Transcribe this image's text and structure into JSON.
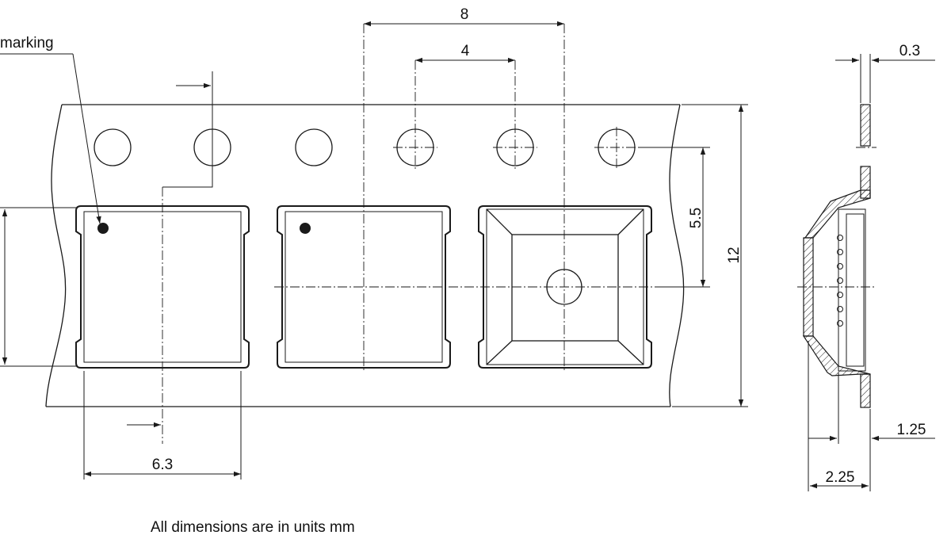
{
  "labels": {
    "pin_marking": "marking",
    "dim_pitch": "8",
    "dim_hole_pitch": "4",
    "dim_hole_to_center": "5.5",
    "dim_tape_width": "12",
    "dim_pocket": "6.3",
    "dim_thickness": "0.3",
    "dim_pocket_depth": "1.25",
    "dim_total_depth": "2.25"
  },
  "note": "All dimensions are in units mm",
  "colors": {
    "line": "#1a1a1a",
    "background": "#ffffff"
  }
}
